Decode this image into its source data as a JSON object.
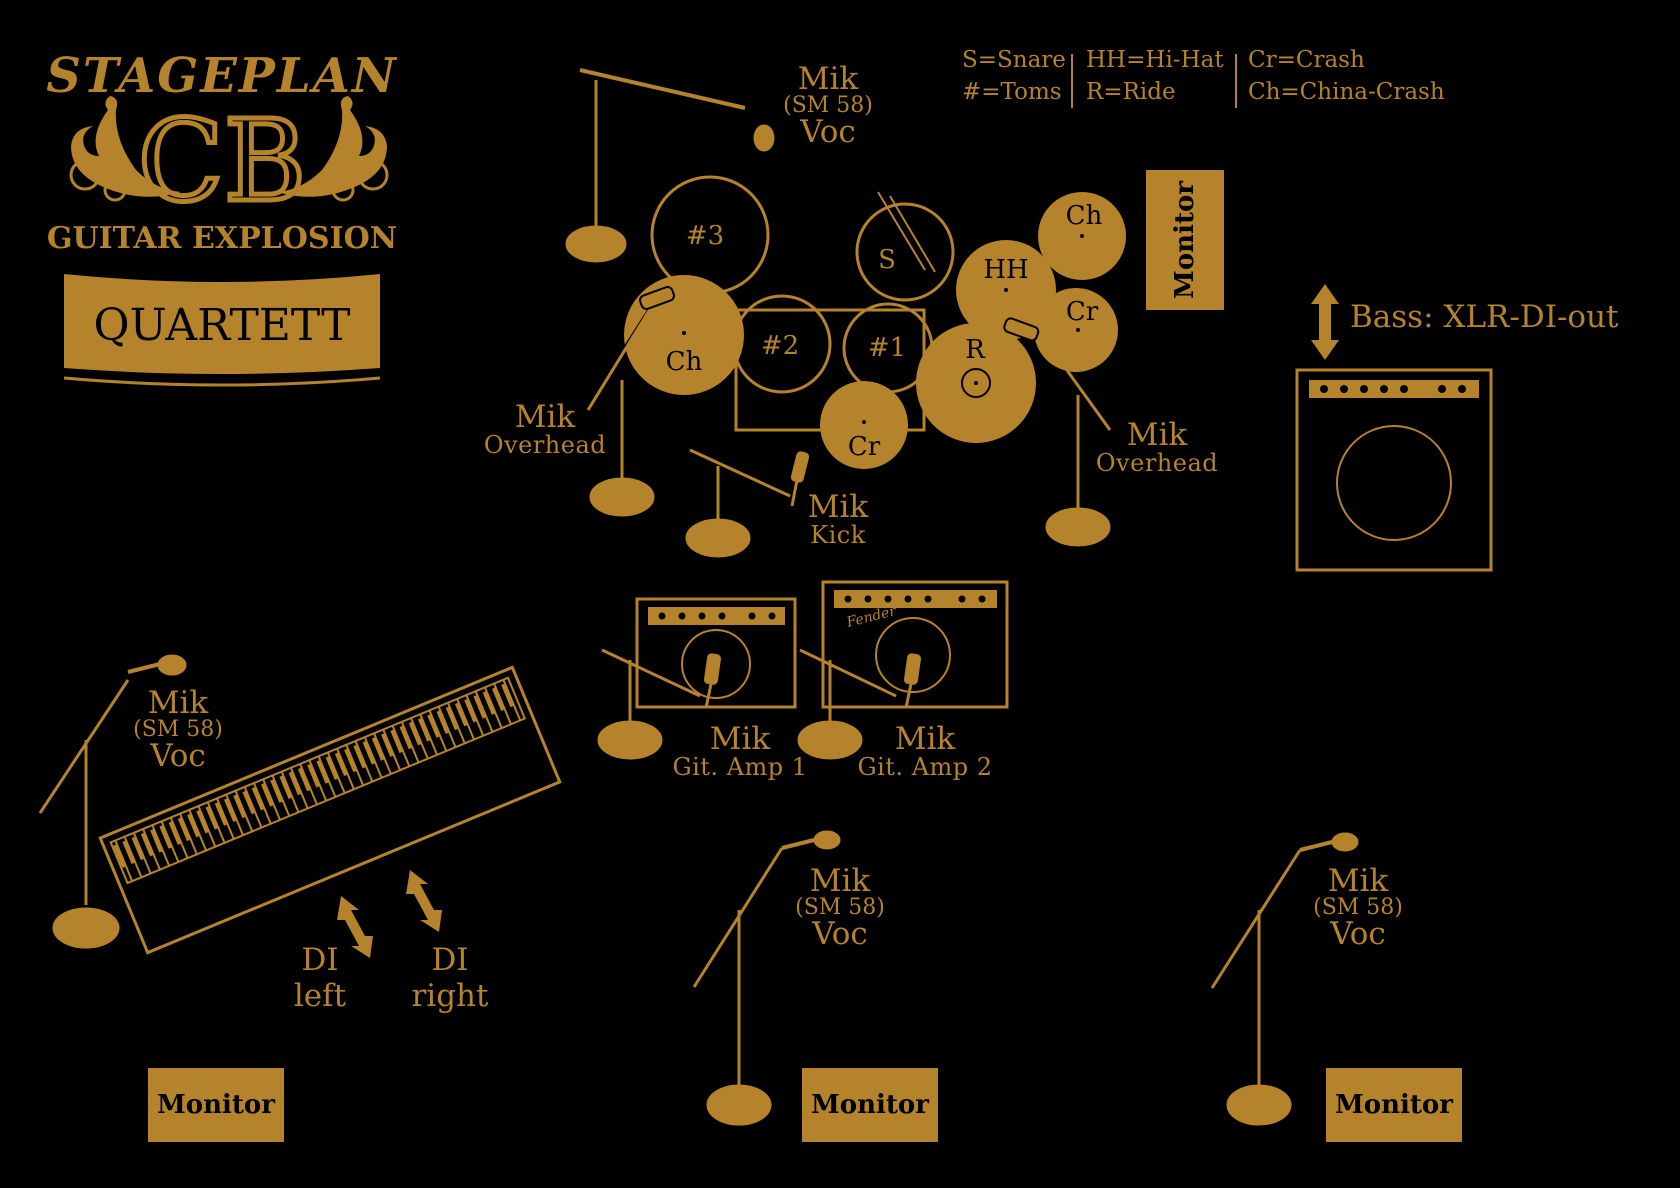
{
  "logo": {
    "stageplan": "STAGEPLAN",
    "monogram": "CB",
    "subtitle": "GUITAR EXPLOSION",
    "banner": "QUARTETT"
  },
  "legend": {
    "col1": [
      "S=Snare",
      "#=Toms"
    ],
    "col2": [
      "HH=Hi-Hat",
      "R=Ride"
    ],
    "col3": [
      "Cr=Crash",
      "Ch=China-Crash"
    ]
  },
  "drums": {
    "tom3": "#3",
    "tom2": "#2",
    "tom1": "#1",
    "snare": "S",
    "china_left": "Ch",
    "china_right": "Ch",
    "hihat": "HH",
    "ride": "R",
    "crash_right": "Cr",
    "crash_low": "Cr"
  },
  "mics": {
    "drum_voc": {
      "mik": "Mik",
      "model": "(SM 58)",
      "role": "Voc"
    },
    "overhead_left": {
      "mik": "Mik",
      "role": "Overhead"
    },
    "overhead_right": {
      "mik": "Mik",
      "role": "Overhead"
    },
    "kick": {
      "mik": "Mik",
      "role": "Kick"
    },
    "git_amp1": {
      "mik": "Mik",
      "role": "Git. Amp 1"
    },
    "git_amp2": {
      "mik": "Mik",
      "role": "Git. Amp 2"
    },
    "keys_voc": {
      "mik": "Mik",
      "model": "(SM 58)",
      "role": "Voc"
    },
    "center_voc": {
      "mik": "Mik",
      "model": "(SM 58)",
      "role": "Voc"
    },
    "right_voc": {
      "mik": "Mik",
      "model": "(SM 58)",
      "role": "Voc"
    }
  },
  "bass": {
    "label": "Bass: XLR-DI-out"
  },
  "keys": {
    "di_left": [
      "DI",
      "left"
    ],
    "di_right": [
      "DI",
      "right"
    ]
  },
  "amp_brand": "Fender",
  "monitors": {
    "drums": "Monitor",
    "left": "Monitor",
    "center": "Monitor",
    "right": "Monitor"
  },
  "colors": {
    "accent": "#b5832b",
    "background": "#000000"
  }
}
